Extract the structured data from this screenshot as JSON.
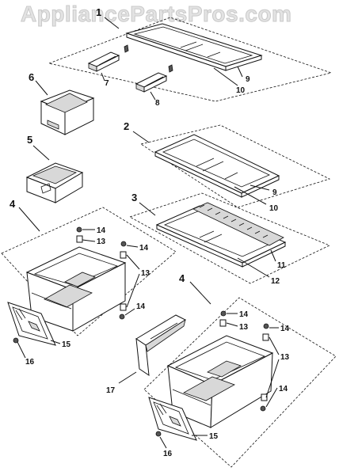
{
  "watermark": "AppliancePartsPros.com",
  "callouts": {
    "g1": "1",
    "g2": "2",
    "g3": "3",
    "g4a": "4",
    "g4b": "4",
    "c5": "5",
    "c6": "6",
    "c7": "7",
    "c8": "8",
    "c9a": "9",
    "c10a": "10",
    "c9b": "9",
    "c10b": "10",
    "c11": "11",
    "c12": "12",
    "l14a": "14",
    "l13a": "13",
    "l14b": "14",
    "l13b": "13",
    "l14c": "14",
    "l15": "15",
    "l16": "16",
    "c17": "17",
    "r14a": "14",
    "r13a": "13",
    "r14b": "14",
    "r13b": "13",
    "r14c": "14",
    "r15": "15",
    "r16": "16"
  }
}
